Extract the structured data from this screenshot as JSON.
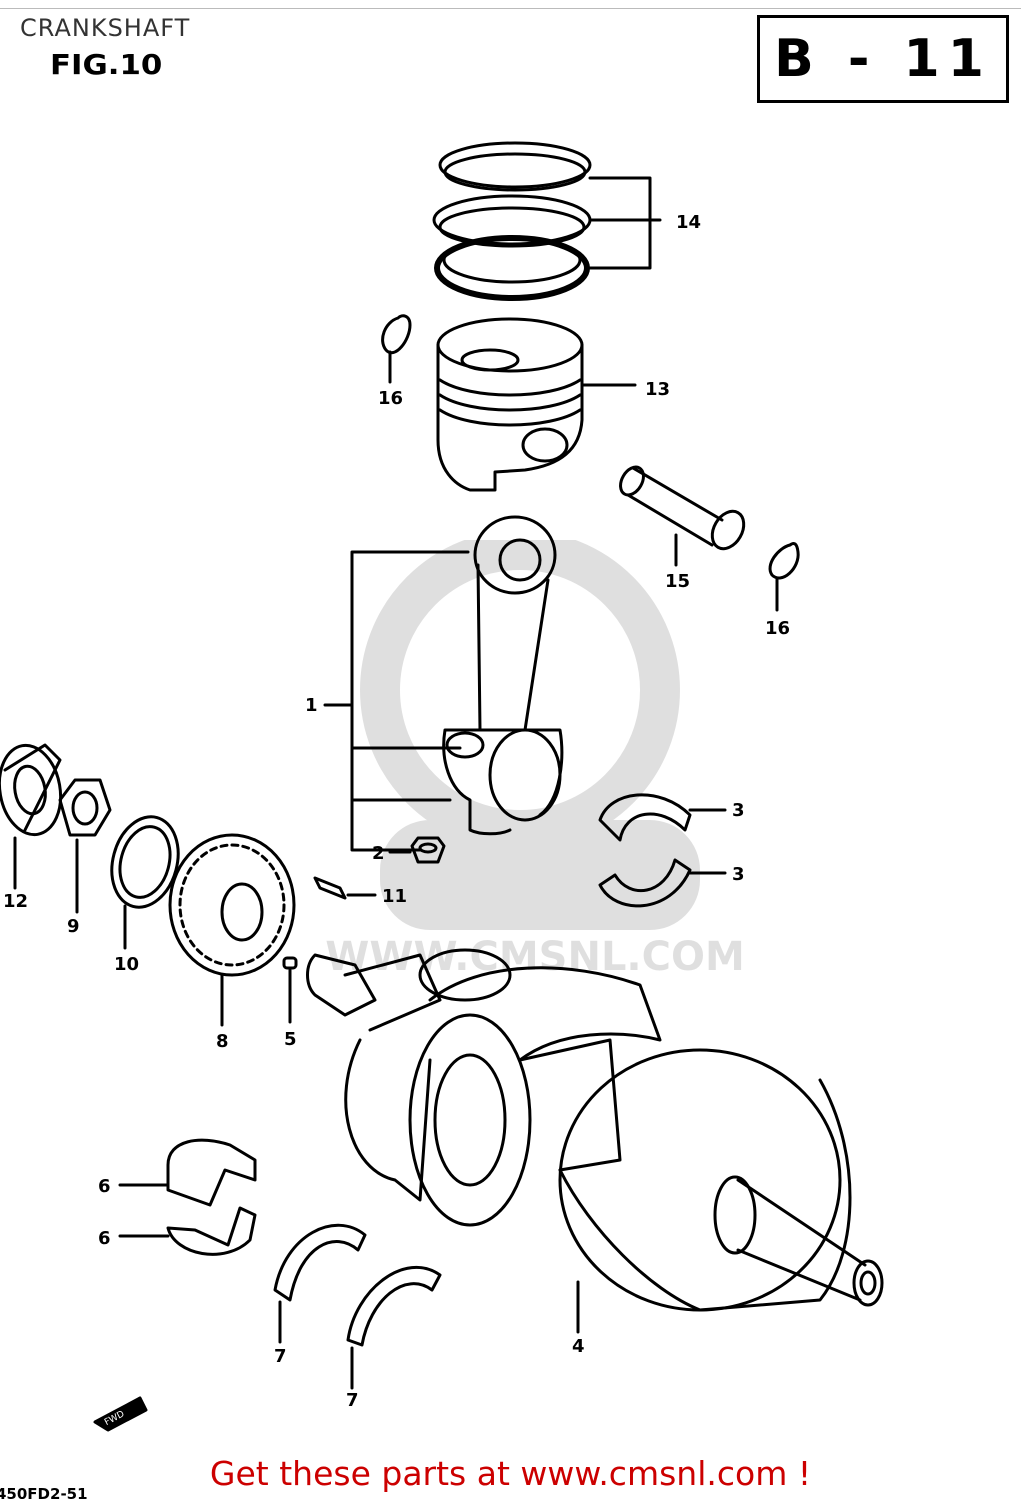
{
  "header": {
    "title": "CRANKSHAFT",
    "figure": "FIG.10",
    "code": "B - 11"
  },
  "labels": {
    "l1": "1",
    "l2": "2",
    "l3a": "3",
    "l3b": "3",
    "l4": "4",
    "l5": "5",
    "l6a": "6",
    "l6b": "6",
    "l7a": "7",
    "l7b": "7",
    "l8": "8",
    "l9": "9",
    "l10": "10",
    "l11": "11",
    "l12": "12",
    "l13": "13",
    "l14": "14",
    "l15": "15",
    "l16a": "16",
    "l16b": "16"
  },
  "watermark": {
    "text": "WWW.CMSNL.COM"
  },
  "fwd_arrow": {
    "text": "FWD"
  },
  "footer": {
    "banner": "Get these parts at www.cmsnl.com !",
    "code": "450FD2-51"
  }
}
